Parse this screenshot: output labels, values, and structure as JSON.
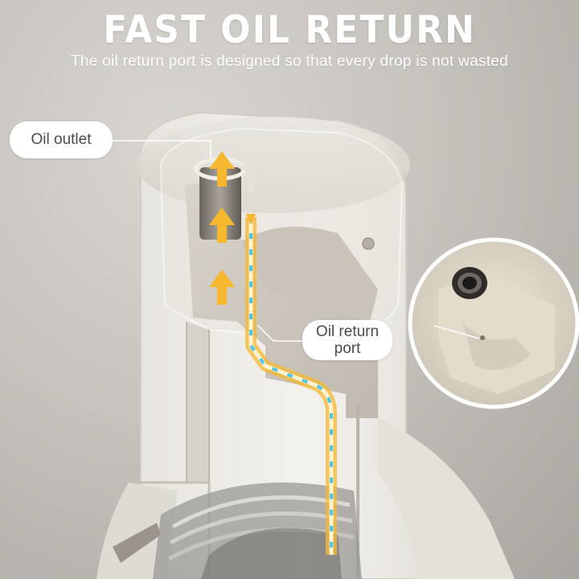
{
  "header": {
    "title": "FAST OIL RETURN",
    "subtitle": "The oil return port is designed so that every drop is not wasted"
  },
  "labels": {
    "oil_outlet": "Oil outlet",
    "oil_return_port": "Oil return port"
  },
  "colors": {
    "arrow_yellow": "#f5b82e",
    "flow_blue": "#4fc6e6",
    "body_white": "#f2f0ec",
    "background": "#c6c2bd"
  }
}
